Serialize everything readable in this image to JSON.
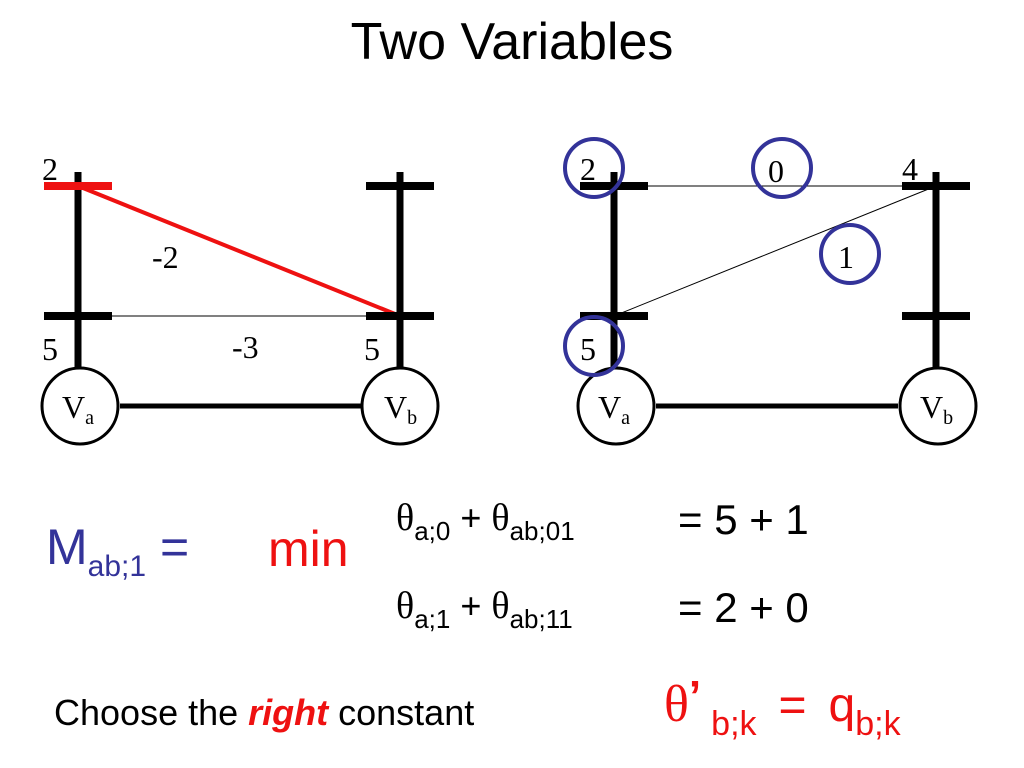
{
  "title": "Two Variables",
  "colors": {
    "red": "#ee1111",
    "blue": "#333399",
    "black": "#000000"
  },
  "left_diagram": {
    "node_a": {
      "main": "V",
      "sub": "a"
    },
    "node_b": {
      "main": "V",
      "sub": "b"
    },
    "label_a0": "5",
    "label_a1": "2",
    "label_b0": "5",
    "edge_a1_b0": "-2",
    "edge_a0_b0": "-3"
  },
  "right_diagram": {
    "node_a": {
      "main": "V",
      "sub": "a"
    },
    "node_b": {
      "main": "V",
      "sub": "b"
    },
    "label_a0": "5",
    "label_a1": "2",
    "label_b1": "4",
    "edge_top": "0",
    "edge_diag": "1"
  },
  "message": {
    "m_main": "M",
    "m_sub": "ab;1",
    "m_eq": " =",
    "min": "min",
    "row1": {
      "t1_sub": "a;0",
      "plus": " + ",
      "t2_sub": "ab;01",
      "rhs": "=  5 + 1"
    },
    "row2": {
      "t1_sub": "a;1",
      "plus": " + ",
      "t2_sub": "ab;11",
      "rhs": "=  2 + 0"
    }
  },
  "footer": {
    "prefix": "Choose the ",
    "emph": "right",
    "suffix": " constant",
    "rhs_eq": "=",
    "rhs_q": "q",
    "rhs_sub": "b;k",
    "theta_prime_sub": "b;k",
    "prime": "’"
  }
}
